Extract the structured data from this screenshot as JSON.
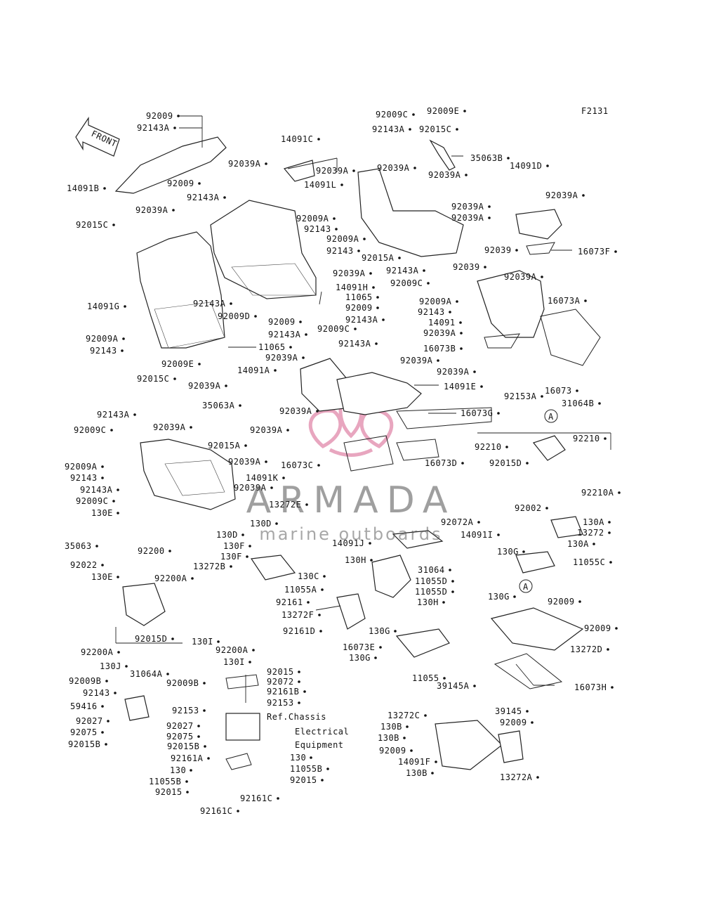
{
  "figure_code": "F2131",
  "front_label": "FRONT",
  "ref_note": [
    "Ref.Chassis",
    "Electrical",
    "Equipment"
  ],
  "watermark": {
    "brand": "ARMADA",
    "tagline": "marine outboards",
    "color": "#e8a6bf"
  },
  "callout_marker": "A",
  "labels": [
    "92009",
    "92143A",
    "14091B",
    "92009",
    "92143A",
    "92039A",
    "92015C",
    "14091G",
    "92009A",
    "92143",
    "92143A",
    "92009D",
    "92143A",
    "92009",
    "92009E",
    "11065",
    "92039A",
    "92039A",
    "14091C",
    "92039A",
    "14091L",
    "92009A",
    "92143",
    "92009A",
    "92143",
    "92039A",
    "14091H",
    "11065",
    "92009",
    "92143A",
    "92009C",
    "92009C",
    "92143A",
    "92015C",
    "92009E",
    "35063B",
    "92039A",
    "92039A",
    "92039A",
    "92039A",
    "92015A",
    "92143A",
    "92009C",
    "92039",
    "14091D",
    "92039A",
    "16073F",
    "92039",
    "92039A",
    "92009A",
    "92143",
    "14091",
    "92039A",
    "16073B",
    "16073A",
    "16073",
    "92039A",
    "14091A",
    "92143A",
    "92039A",
    "92039A",
    "14091E",
    "16073G",
    "92039A",
    "92039A",
    "16073C",
    "16073D",
    "92015C",
    "35063A",
    "92143A",
    "92009C",
    "92039A",
    "92015A",
    "92039A",
    "92009A",
    "92143",
    "14091K",
    "92143A",
    "92039A",
    "92009C",
    "13272E",
    "92153A",
    "31064B",
    "92210",
    "92210",
    "92015D",
    "92210A",
    "92002",
    "130E",
    "35063",
    "92022",
    "130E",
    "92200",
    "92200A",
    "92015D",
    "130I",
    "92200A",
    "130I",
    "92200A",
    "130J",
    "31064A",
    "130D",
    "130D",
    "130F",
    "130F",
    "13272B",
    "92072A",
    "14091J",
    "14091I",
    "130H",
    "130C",
    "31064",
    "11055A",
    "11055D",
    "11055D",
    "92161",
    "130H",
    "13272F",
    "92161D",
    "130G",
    "16073E",
    "130G",
    "130A",
    "13272",
    "130A",
    "130G",
    "11055C",
    "130G",
    "92009",
    "92009",
    "13272D",
    "16073H",
    "11055",
    "39145A",
    "92009B",
    "92009B",
    "92143",
    "59416",
    "92153",
    "92027",
    "92027",
    "92075",
    "92075",
    "92015B",
    "92015B",
    "92015",
    "92072",
    "92161B",
    "92153",
    "92161A",
    "130",
    "130",
    "11055B",
    "11055B",
    "92015",
    "92015",
    "92161C",
    "92161C",
    "13272C",
    "39145",
    "130B",
    "92009",
    "130B",
    "92009",
    "14091F",
    "130B",
    "13272A"
  ]
}
